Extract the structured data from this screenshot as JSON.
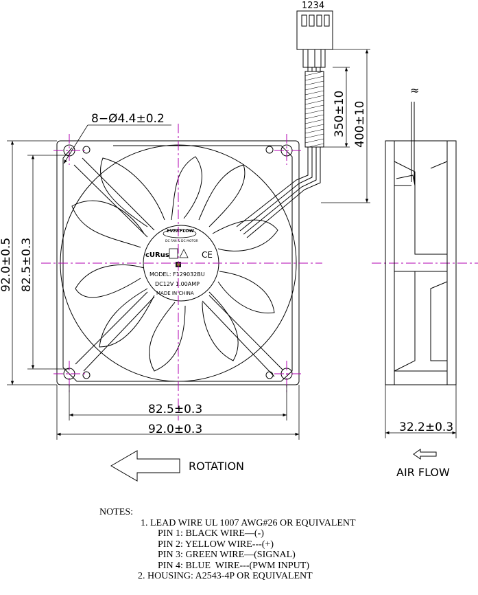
{
  "connector": {
    "pins": "1234"
  },
  "dimensions": {
    "hole_spec": "8−Ø4.4±0.2",
    "frame_height": "92.0±0.5",
    "hole_pitch_vertical": "82.5±0.3",
    "hole_pitch_horizontal": "82.5±0.3",
    "frame_width": "92.0±0.3",
    "lead_length_short": "350±10",
    "lead_length_long": "400±10",
    "thickness": "32.2±0.3",
    "wire_break": "≈"
  },
  "hub_label": {
    "brand": "EVERFLOW",
    "brand_sub": "DC FAN & DC MOTOR",
    "model": "MODEL: F129032BU",
    "rating": "DC12V  1.00AMP",
    "origin": "MADE IN CHINA",
    "ul_mark": "cURus",
    "ce_mark": "CE"
  },
  "labels": {
    "rotation": "ROTATION",
    "air_flow": "AIR  FLOW"
  },
  "notes": {
    "title": "NOTES:",
    "items": [
      "1. LEAD WIRE UL 1007 AWG#26 OR EQUIVALENT",
      "PIN 1: BLACK WIRE—(-)",
      "PIN 2: YELLOW WIRE---(+)",
      "PIN 3: GREEN WIRE—(SIGNAL)",
      "PIN 4: BLUE  WIRE---(PWM INPUT)",
      "2. HOUSING: A2543-4P OR EQUIVALENT"
    ]
  },
  "colors": {
    "centerline": "#b000b0",
    "line": "#000000"
  }
}
